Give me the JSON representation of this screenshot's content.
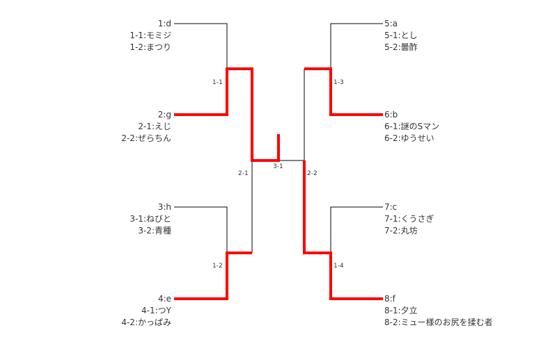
{
  "colors": {
    "winner_path": "#ff0000",
    "line": "#000000",
    "text": "#333333"
  },
  "left_seeds": [
    {
      "name": "1:d",
      "members": [
        "1-1:モミジ",
        "1-2:まつり"
      ]
    },
    {
      "name": "2:g",
      "members": [
        "2-1:えじ",
        "2-2:ぜらちん"
      ]
    },
    {
      "name": "3:h",
      "members": [
        "3-1:ねびと",
        "3-2:青種"
      ]
    },
    {
      "name": "4:e",
      "members": [
        "4-1:つY",
        "4-2:かっぱみ"
      ]
    }
  ],
  "right_seeds": [
    {
      "name": "5:a",
      "members": [
        "5-1:とし",
        "5-2:曇酢"
      ]
    },
    {
      "name": "6:b",
      "members": [
        "6-1:謎のSマン",
        "6-2:ゆうせい"
      ]
    },
    {
      "name": "7:c",
      "members": [
        "7-1:くうさぎ",
        "7-2:丸坊"
      ]
    },
    {
      "name": "8:f",
      "members": [
        "8-1:夕立",
        "8-2:ミュー様のお尻を揉む者"
      ]
    }
  ],
  "match_labels": {
    "m1_1": "1-1",
    "m1_2": "1-2",
    "m1_3": "1-3",
    "m1_4": "1-4",
    "m2_1": "2-1",
    "m2_2": "2-2",
    "m3_1": "3-1"
  }
}
